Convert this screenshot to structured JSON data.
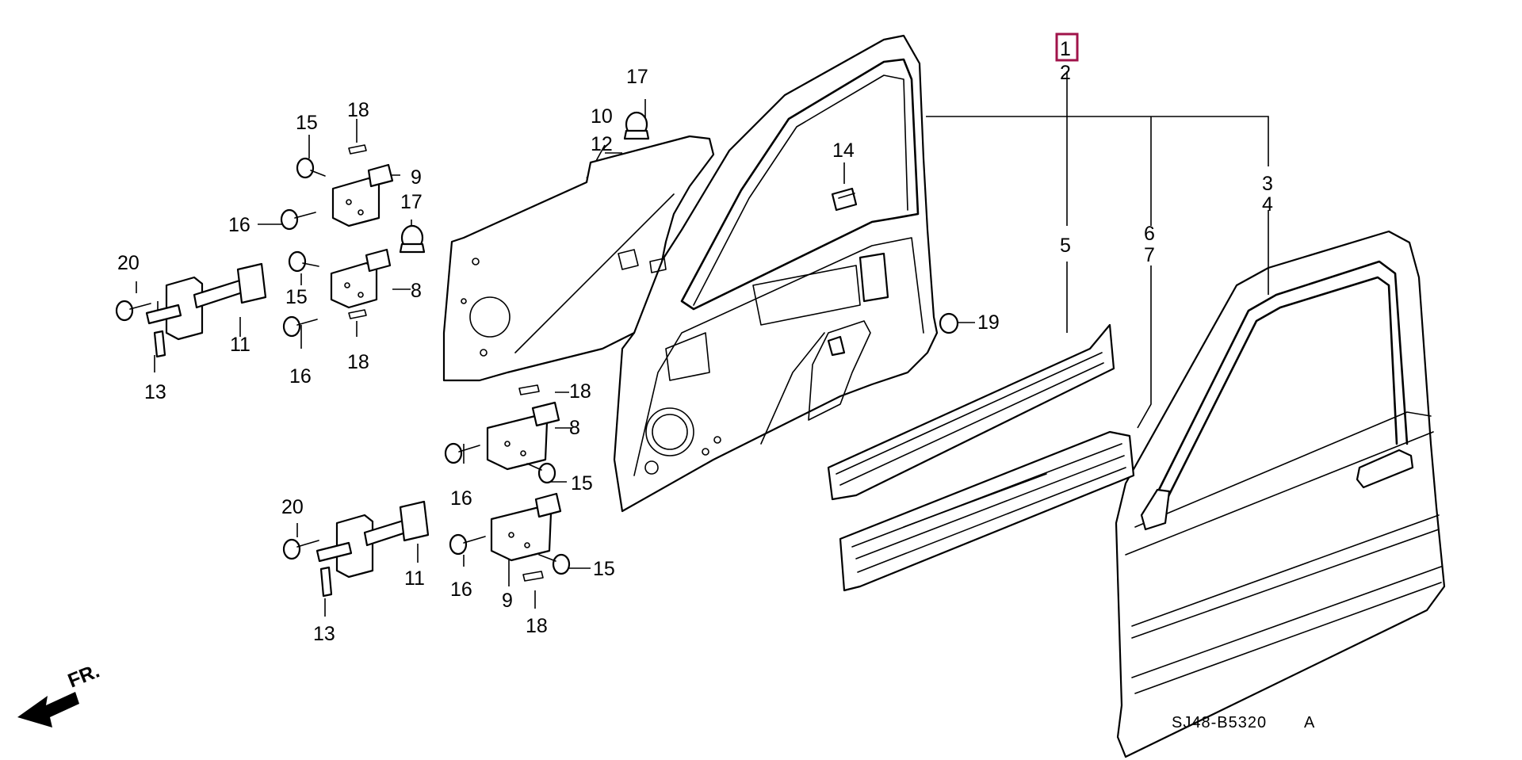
{
  "highlighted_callout": "1",
  "highlight_color": "#a0134a",
  "callouts": {
    "c1": "1",
    "c2": "2",
    "c3": "3",
    "c4": "4",
    "c5": "5",
    "c6": "6",
    "c7": "7",
    "c8a": "8",
    "c8b": "8",
    "c9a": "9",
    "c9b": "9",
    "c10": "10",
    "c11a": "11",
    "c11b": "11",
    "c12": "12",
    "c13a": "13",
    "c13b": "13",
    "c14": "14",
    "c15a": "15",
    "c15b": "15",
    "c15c": "15",
    "c15d": "15",
    "c16a": "16",
    "c16b": "16",
    "c16c": "16",
    "c16d": "16",
    "c17a": "17",
    "c17b": "17",
    "c18a": "18",
    "c18b": "18",
    "c18c": "18",
    "c18d": "18",
    "c19": "19",
    "c20a": "20",
    "c20b": "20"
  },
  "direction_label": "FR.",
  "diagram_code": "SJ48-B5320",
  "diagram_revision": "A"
}
